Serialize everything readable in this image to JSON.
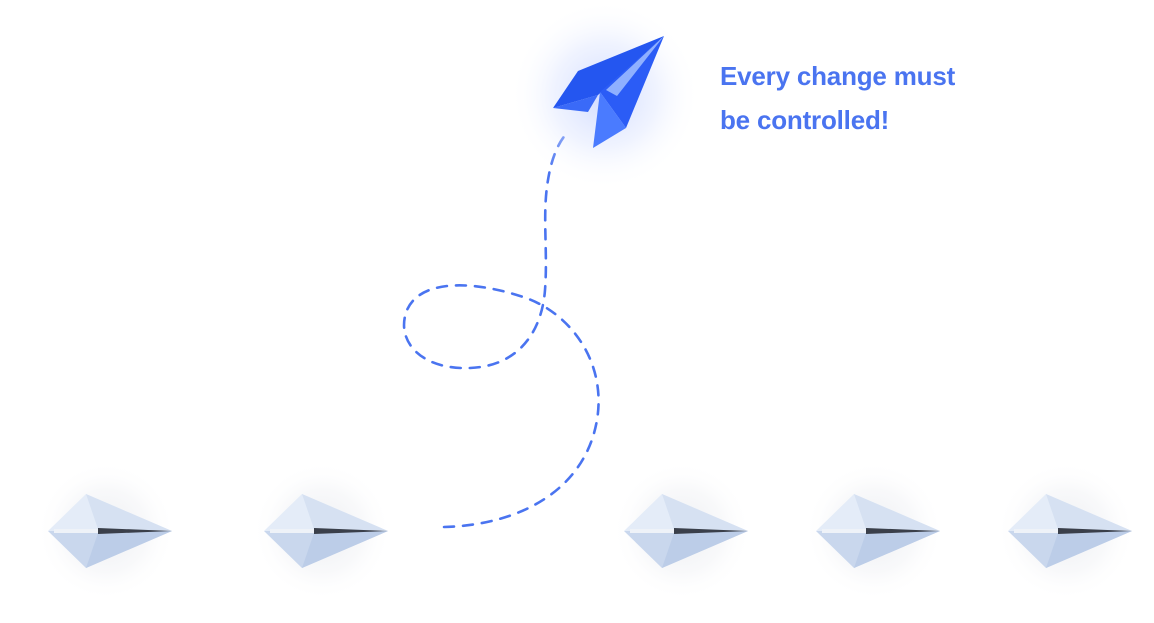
{
  "headline": {
    "line1": "Every change must",
    "line2": "be controlled!"
  },
  "colors": {
    "accent": "#2b5cf6",
    "accent_light": "#4a7bff",
    "headline": "#4a74f0",
    "trail": "#4a74f0",
    "plane_light": "#e4ecf8",
    "plane_mid": "#c9d7ed",
    "plane_keel": "#3a3f4a"
  },
  "icons": {
    "leader_plane": "paper-plane-icon",
    "follower_plane": "paper-plane-icon"
  },
  "scene": {
    "row_plane_count": 5
  }
}
